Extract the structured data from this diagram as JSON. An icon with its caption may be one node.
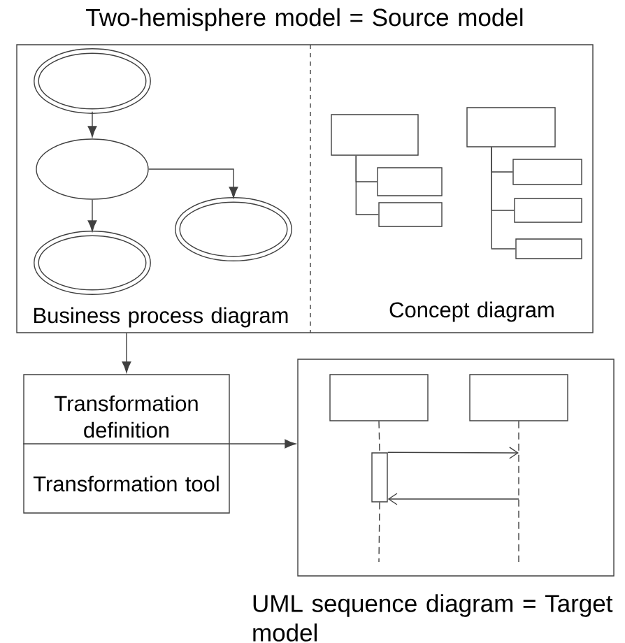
{
  "diagram": {
    "nodes": [
      {
        "text": [
          "Two-hemisphere model = Source model",
          "Business process diagram",
          "Concept diagram"
        ]
      },
      {
        "text": [],
        "shape": "double-ellipse",
        "in": 0
      },
      {
        "text": [],
        "shape": "ellipse",
        "in": 0
      },
      {
        "text": [],
        "shape": "double-ellipse",
        "in": 0
      },
      {
        "text": [],
        "shape": "double-ellipse",
        "in": 0
      },
      {
        "text": [],
        "shape": "box",
        "in": 0
      },
      {
        "text": [],
        "shape": "box",
        "in": 0
      },
      {
        "text": [],
        "shape": "box",
        "in": 0
      },
      {
        "text": [],
        "shape": "box",
        "in": 0
      },
      {
        "text": [],
        "shape": "box",
        "in": 0
      },
      {
        "text": [],
        "shape": "box",
        "in": 0
      },
      {
        "text": [],
        "shape": "box",
        "in": 0
      },
      {
        "text": [
          "Transformation definition",
          "Transformation tool"
        ]
      },
      {
        "text": [
          "UML sequence diagram = Target model"
        ]
      },
      {
        "text": [],
        "shape": "box",
        "in": 13
      },
      {
        "text": [],
        "shape": "box",
        "in": 13
      },
      {
        "text": [],
        "shape": "bar",
        "in": 13
      }
    ],
    "edges": [
      {
        "from": 1,
        "to": 2,
        "arrow": "to"
      },
      {
        "from": 2,
        "to": 4,
        "arrow": "to"
      },
      {
        "from": 2,
        "to": 3,
        "arrow": "to"
      },
      {
        "from": 5,
        "to": 6,
        "arrow": "none"
      },
      {
        "from": 5,
        "to": 7,
        "arrow": "none"
      },
      {
        "from": 8,
        "to": 9,
        "arrow": "none"
      },
      {
        "from": 8,
        "to": 10,
        "arrow": "none"
      },
      {
        "from": 8,
        "to": 11,
        "arrow": "none"
      },
      {
        "from": 0,
        "to": 12,
        "arrow": "to"
      },
      {
        "from": 12,
        "to": 13,
        "arrow": "to"
      },
      {
        "from": 14,
        "to": null,
        "arrow": "none",
        "style": "dashed"
      },
      {
        "from": 15,
        "to": null,
        "arrow": "none",
        "style": "dashed"
      },
      {
        "from": 16,
        "to": null,
        "arrow": "to"
      },
      {
        "from": null,
        "to": 16,
        "arrow": "to"
      }
    ]
  }
}
